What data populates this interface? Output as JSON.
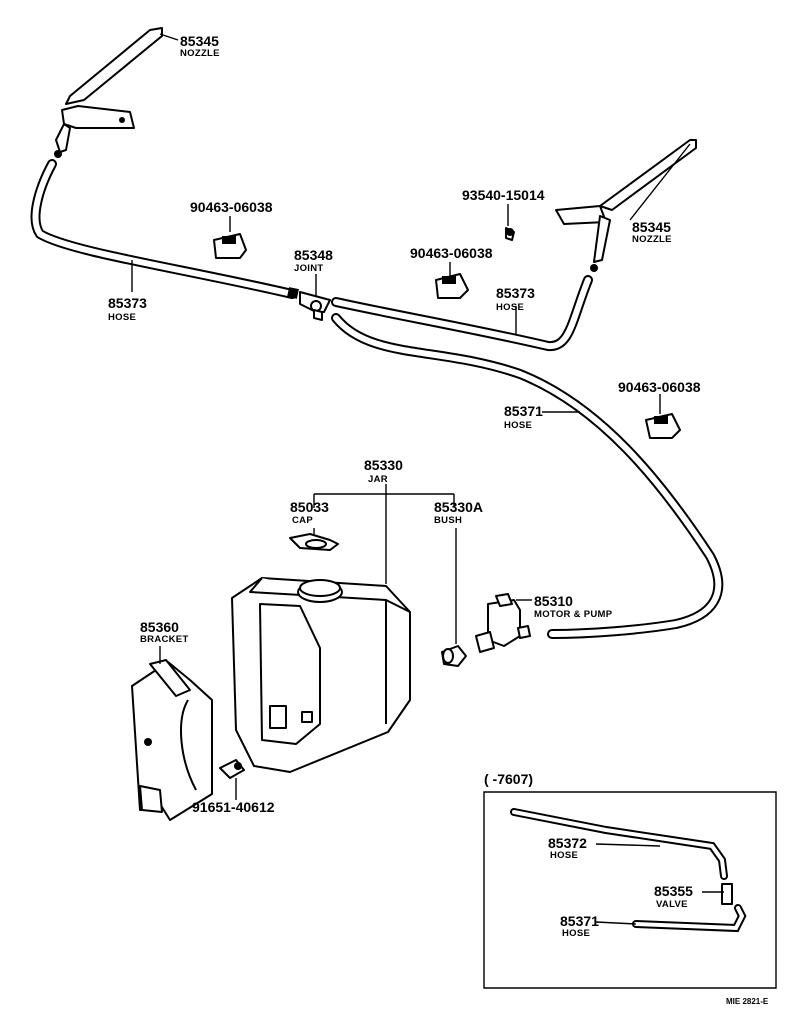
{
  "labels": {
    "nozzle_top": {
      "number": "85345",
      "name": "NOZZLE"
    },
    "nozzle_right": {
      "number": "85345",
      "name": "NOZZLE"
    },
    "clip_left": {
      "number": "90463-06038"
    },
    "clip_mid": {
      "number": "90463-06038"
    },
    "clip_right": {
      "number": "90463-06038"
    },
    "screw": {
      "number": "93540-15014"
    },
    "joint": {
      "number": "85348",
      "name": "JOINT"
    },
    "hose_left": {
      "number": "85373",
      "name": "HOSE"
    },
    "hose_right": {
      "number": "85373",
      "name": "HOSE"
    },
    "hose_main": {
      "number": "85371",
      "name": "HOSE"
    },
    "jar": {
      "number": "85330",
      "name": "JAR"
    },
    "cap": {
      "number": "85033",
      "name": "CAP"
    },
    "bush": {
      "number": "85330A",
      "name": "BUSH"
    },
    "motor_pump": {
      "number": "85310",
      "name": "MOTOR & PUMP"
    },
    "bracket": {
      "number": "85360",
      "name": "BRACKET"
    },
    "bolt": {
      "number": "91651-40612"
    }
  },
  "inset": {
    "range": "(      -7607)",
    "hose": {
      "number": "85372",
      "name": "HOSE"
    },
    "valve": {
      "number": "85355",
      "name": "VALVE"
    },
    "hose2": {
      "number": "85371",
      "name": "HOSE"
    }
  },
  "diagram_code": "MIE 2821-E"
}
